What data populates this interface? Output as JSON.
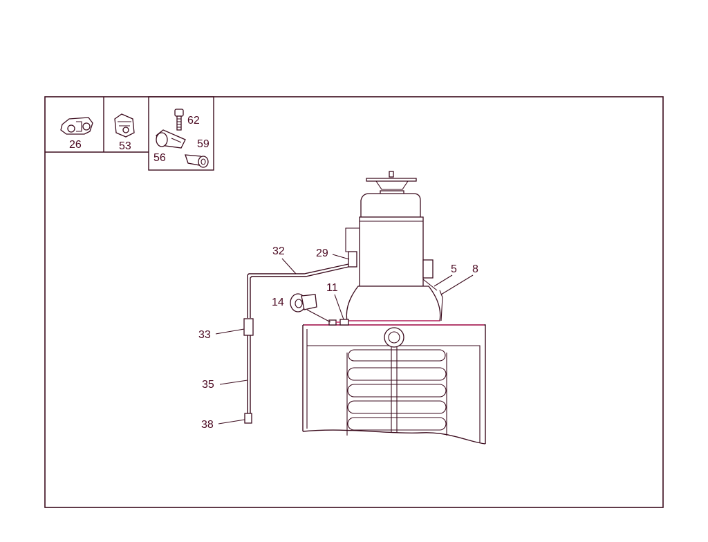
{
  "colors": {
    "line": "#3a0a1c",
    "accent": "#c2185b",
    "background": "#ffffff"
  },
  "inset_parts": {
    "p26": "26",
    "p53": "53",
    "p62": "62",
    "p59": "59",
    "p56": "56"
  },
  "callouts": {
    "c32": "32",
    "c29": "29",
    "c5": "5",
    "c8": "8",
    "c11": "11",
    "c14": "14",
    "c33": "33",
    "c35": "35",
    "c38": "38"
  }
}
